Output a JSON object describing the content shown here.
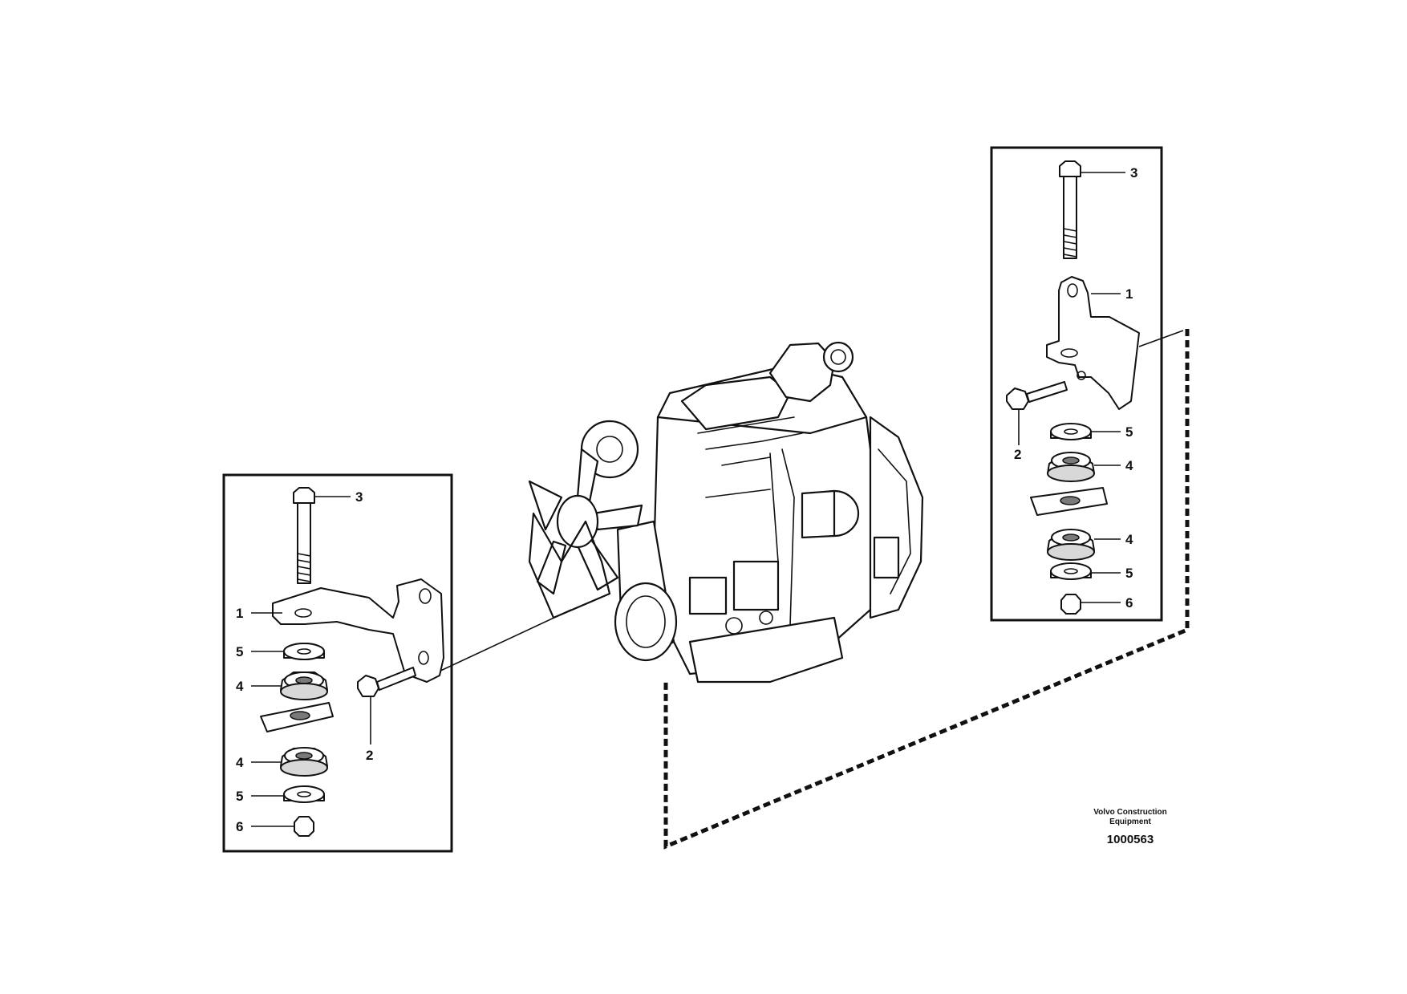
{
  "callouts": {
    "left": {
      "bolt": "3",
      "bracket": "1",
      "washer_top": "5",
      "mount_top": "4",
      "mount_bottom": "4",
      "washer_bottom": "5",
      "nut": "6",
      "screw": "2"
    },
    "right": {
      "bolt": "3",
      "bracket": "1",
      "washer_top": "5",
      "mount_top": "4",
      "mount_bottom": "4",
      "washer_bottom": "5",
      "nut": "6",
      "screw": "2"
    }
  },
  "caption": {
    "manufacturer_line1": "Volvo Construction",
    "manufacturer_line2": "Equipment",
    "drawing_number": "1000563"
  }
}
